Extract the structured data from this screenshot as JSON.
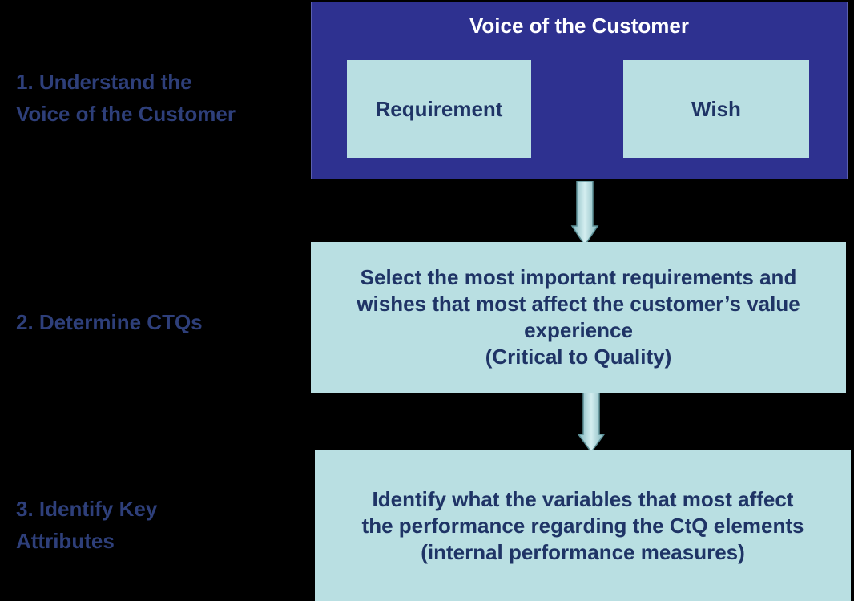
{
  "steps": {
    "step1": [
      "1. Understand the",
      "Voice of the Customer"
    ],
    "step2": [
      "2. Determine CTQs"
    ],
    "step3": [
      "3. Identify Key",
      "Attributes"
    ]
  },
  "voc": {
    "title": "Voice of the Customer",
    "requirement": "Requirement",
    "wish": "Wish"
  },
  "ctq_box": {
    "lines": [
      "Select the most important requirements and",
      "wishes that most affect the customer’s value",
      "experience",
      "(Critical to Quality)"
    ]
  },
  "attributes_box": {
    "lines": [
      "Identify what the variables that most affect",
      "the performance regarding the CtQ elements",
      "(internal performance measures)"
    ]
  },
  "colors": {
    "background": "#000000",
    "voc_fill": "#2e3190",
    "panel_fill": "#b9dfe2",
    "text_dark": "#1f3466",
    "label_text": "#2e3f7a"
  }
}
